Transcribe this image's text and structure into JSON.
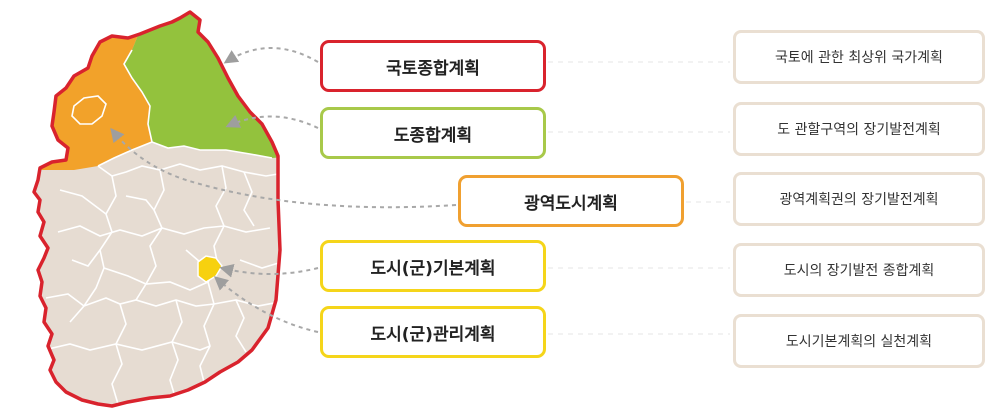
{
  "plans": [
    {
      "label": "국토종합계획",
      "description": "국토에 관한 최상위 국가계획",
      "color": "#d9232d"
    },
    {
      "label": "도종합계획",
      "description": "도 관할구역의 장기발전계획",
      "color": "#a8c94a"
    },
    {
      "label": "광역도시계획",
      "description": "광역계획권의 장기발전계획",
      "color": "#f0a030"
    },
    {
      "label": "도시(군)기본계획",
      "description": "도시의 장기발전 종합계획",
      "color": "#f5d51a"
    },
    {
      "label": "도시(군)관리계획",
      "description": "도시기본계획의 실천계획",
      "color": "#f5d51a"
    }
  ],
  "map": {
    "outline_color": "#d9232d",
    "province_region_color": "#93c23d",
    "metro_region_color": "#f2a22a",
    "city_region_color": "#f7d10f",
    "base_color": "#e6dcd2",
    "border_color": "#ffffff"
  },
  "description_border_color": "#eadfd2"
}
